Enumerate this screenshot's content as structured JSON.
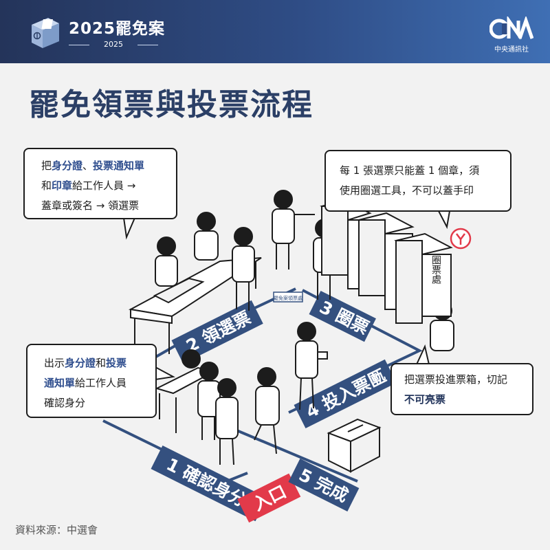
{
  "header": {
    "title": "2025罷免案",
    "subtitle": "2025",
    "logo_text": "中央通訊社"
  },
  "page_title": "罷免領票與投票流程",
  "bubbles": {
    "receive": {
      "p1": "把",
      "id_card": "身分證",
      "sep1": "、",
      "notice": "投票通知單",
      "p2": "和",
      "seal": "印章",
      "p3": "給工作人員 →",
      "line3": "蓋章或簽名 → 領選票"
    },
    "mark": {
      "line1": "每 1 張選票只能蓋 1 個章，須",
      "line2": "使用圈選工具，不可以蓋手印"
    },
    "show": {
      "p1": "出示",
      "id_card": "身分證",
      "p2": "和",
      "notice1": "投票",
      "notice2": "通知單",
      "p3": "給工作人員",
      "line3": "確認身分"
    },
    "cast": {
      "line1": "把選票投進票箱，切記",
      "warn": "不可亮票"
    }
  },
  "steps": [
    {
      "label": "1 確認身分"
    },
    {
      "label": "2 領選票"
    },
    {
      "label": "3 圈票"
    },
    {
      "label": "4 投入票匭"
    },
    {
      "label": "5 完成"
    }
  ],
  "entrance": "入口",
  "booth_label": "圈票處",
  "desk_sign": "罷免案領票處",
  "source": "資料來源：中選會",
  "colors": {
    "navy": "#2b3f66",
    "step_fill": "#34507f",
    "entrance_red": "#e23a4a",
    "highlight": "#2f4e8e"
  }
}
